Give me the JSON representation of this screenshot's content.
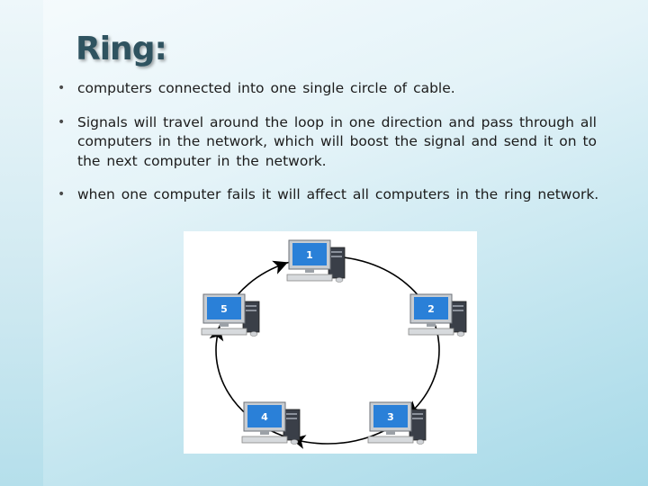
{
  "slide": {
    "title": "Ring:",
    "bullets": [
      "computers connected into one single circle of cable.",
      "Signals will travel around the loop in one direction and pass through all computers in the network, which will boost the signal and send it on to the next computer in the network.",
      "when one computer fails it will affect all computers in the ring network."
    ]
  },
  "diagram": {
    "nodes": [
      "1",
      "2",
      "3",
      "4",
      "5"
    ],
    "colors": {
      "ring": "#000000",
      "screen": "#2a80d8",
      "case": "#3a3f48"
    }
  }
}
